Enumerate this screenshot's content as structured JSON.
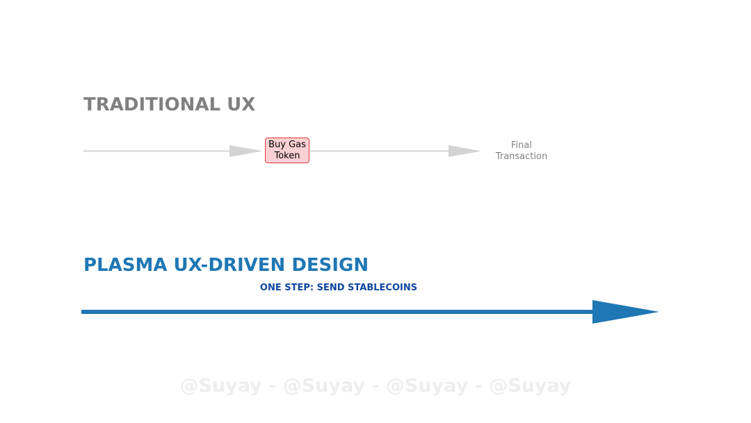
{
  "traditional": {
    "title": "TRADITIONAL UX",
    "step_box": "Buy Gas\nToken",
    "final_step": "Final\nTransaction",
    "colors": {
      "title": "#808080",
      "arrow": "#d3d3d3",
      "box_fill": "#f9d0d3",
      "box_border": "#e0393e"
    }
  },
  "plasma": {
    "title": "PLASMA UX-DRIVEN DESIGN",
    "step_label": "ONE STEP: SEND STABLECOINS",
    "colors": {
      "title": "#1f77b4",
      "arrow": "#1f77b4",
      "label": "#0d47a1"
    }
  },
  "watermark": "@Suyay - @Suyay - @Suyay - @Suyay"
}
